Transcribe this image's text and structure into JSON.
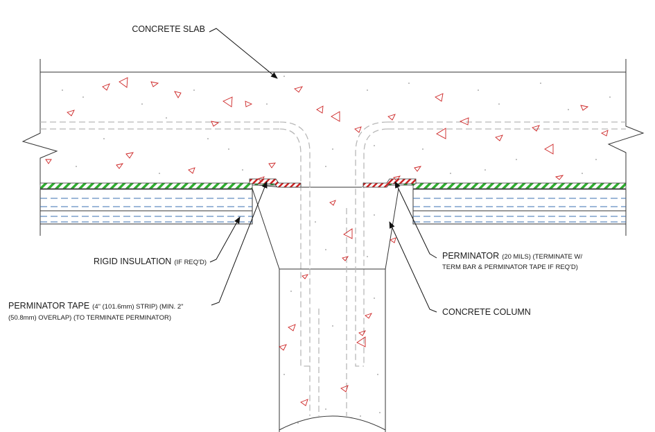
{
  "labels": {
    "concrete_slab": "CONCRETE SLAB",
    "rigid_insulation_main": "RIGID INSULATION",
    "rigid_insulation_note": "(IF REQ'D)",
    "tape_l1_a": "PERMINATOR TAPE",
    "tape_l1_b": "(4\" (101.6mm) STRIP) (MIN. 2\"",
    "tape_l2": "(50.8mm) OVERLAP) (TO TERMINATE PERMINATOR)",
    "perminator_l1_a": "PERMINATOR",
    "perminator_l1_b": "(20 MILS) (TERMINATE W/",
    "perminator_l2": "TERM BAR & PERMINATOR TAPE IF REQ'D)",
    "concrete_column": "CONCRETE COLUMN"
  },
  "colors": {
    "line": "#333333",
    "rebar": "#b8b8b8",
    "aggregate": "#cc2222",
    "membrane_green": "#2fae2f",
    "tape_red": "#cc2222",
    "insulation_blue": "#3a6fb0"
  }
}
